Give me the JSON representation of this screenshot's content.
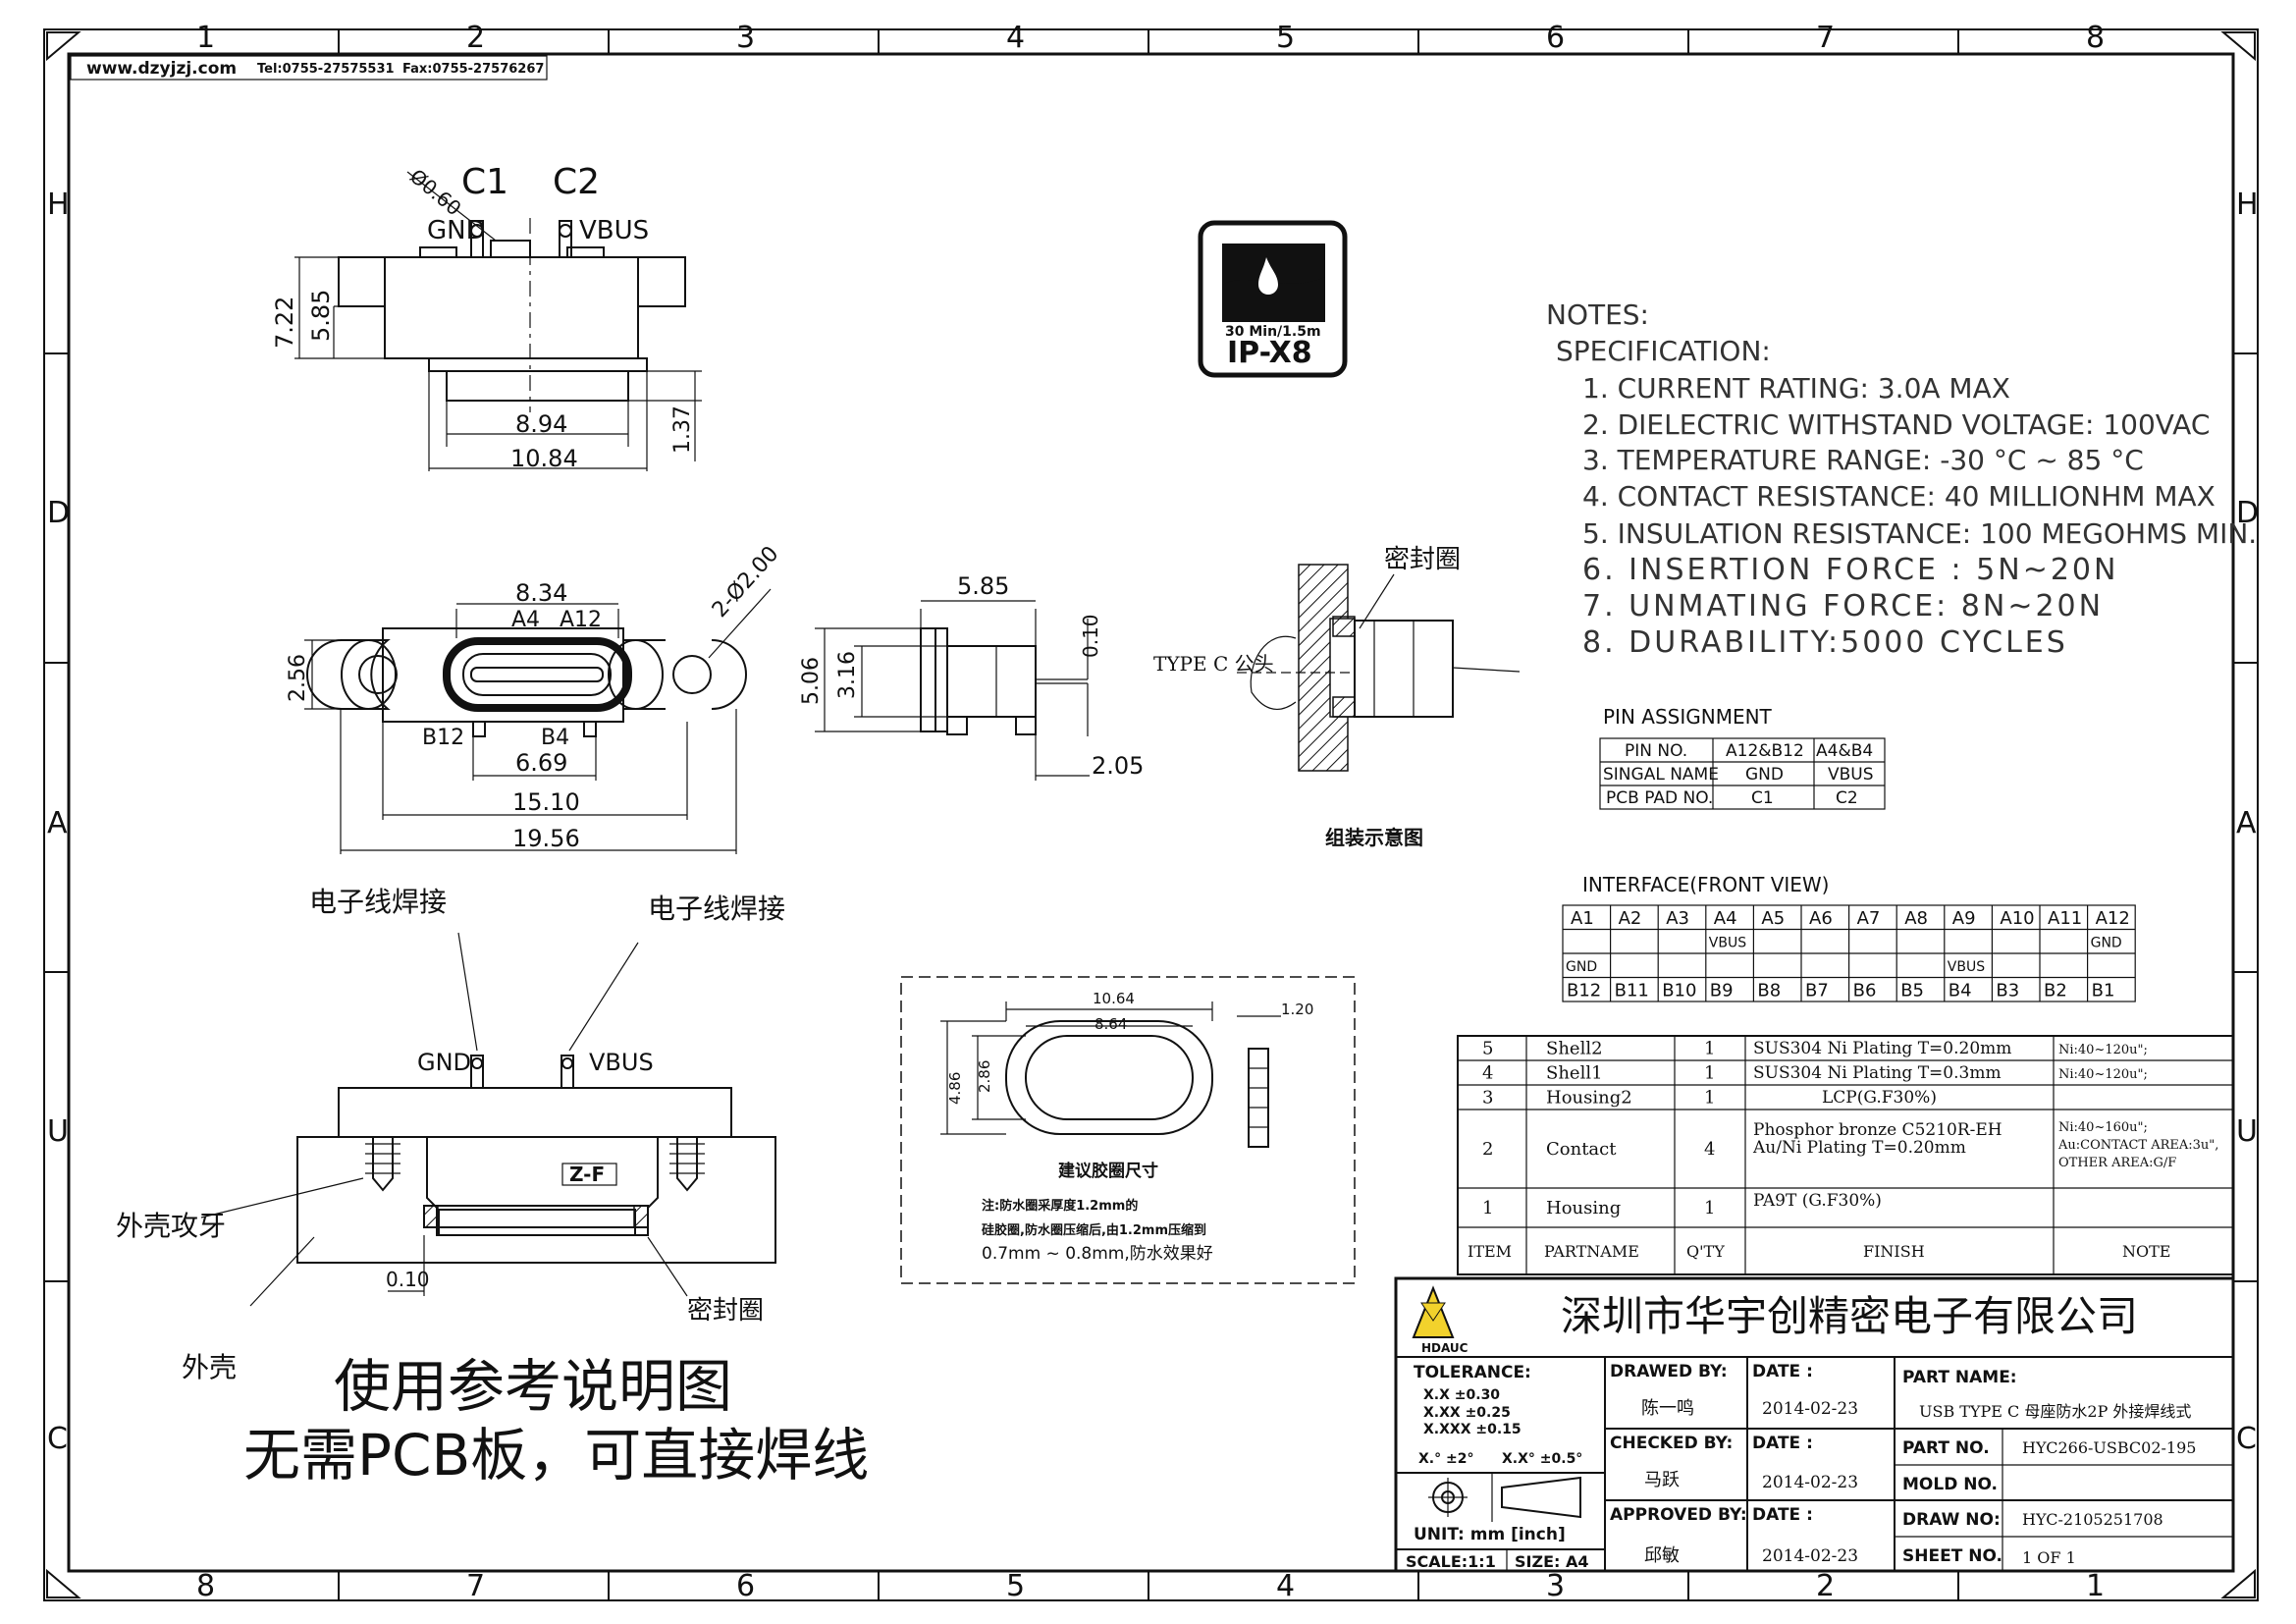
{
  "header": {
    "website": "www.dzyjzj.com",
    "tel": "Tel:0755-27575531",
    "fax": "Fax:0755-27576267"
  },
  "grid": {
    "cols_top": [
      "1",
      "2",
      "3",
      "4",
      "5",
      "6",
      "7",
      "8"
    ],
    "cols_bottom": [
      "8",
      "7",
      "6",
      "5",
      "4",
      "3",
      "2",
      "1"
    ],
    "rows_left": [
      "H",
      "D",
      "A",
      "U",
      "C"
    ],
    "rows_right": [
      "H",
      "D",
      "A",
      "U",
      "C"
    ]
  },
  "top_view": {
    "c1": "C1",
    "c2": "C2",
    "gnd": "GND",
    "vbus": "VBUS",
    "hole": "Ø0.60",
    "dim_height": "7.22",
    "dim_body": "5.85",
    "dim_inner": "8.94",
    "dim_outer": "10.84",
    "dim_step": "1.37"
  },
  "front_view": {
    "dim_834": "8.34",
    "a4": "A4",
    "a12": "A12",
    "b12": "B12",
    "b4": "B4",
    "dim_669": "6.69",
    "dim_1510": "15.10",
    "dim_1956": "19.56",
    "dim_256": "2.56",
    "hole": "2-Ø2.00"
  },
  "side_view": {
    "dim_585": "5.85",
    "dim_506": "5.06",
    "dim_316": "3.16",
    "dim_010": "0.10",
    "dim_205": "2.05"
  },
  "assembly": {
    "seal_ring": "密封圈",
    "typec_plug": "TYPE C 公头",
    "caption": "组装示意图"
  },
  "ip_badge": {
    "line1": "30 Min/1.5m",
    "line2": "IP-X8"
  },
  "notes": {
    "title": "NOTES:",
    "spec": "SPECIFICATION:",
    "items": [
      "1. CURRENT RATING: 3.0A MAX",
      "2. DIELECTRIC WITHSTAND VOLTAGE: 100VAC",
      "3. TEMPERATURE RANGE: -30 °C ~ 85 °C",
      "4. CONTACT RESISTANCE: 40 MILLIONHM MAX",
      "5. INSULATION RESISTANCE: 100 MEGOHMS MIN.",
      "6. INSERTION FORCE : 5N~20N",
      "7. UNMATING FORCE: 8N~20N",
      "8. DURABILITY:5000 CYCLES"
    ]
  },
  "pin_assignment": {
    "title": "PIN ASSIGNMENT",
    "rows": [
      [
        "PIN NO.",
        "A12&B12",
        "A4&B4"
      ],
      [
        "SINGAL NAME",
        "GND",
        "VBUS"
      ],
      [
        "PCB PAD NO.",
        "C1",
        "C2"
      ]
    ]
  },
  "interface": {
    "title": "INTERFACE(FRONT VIEW)",
    "top": [
      "A1",
      "A2",
      "A3",
      "A4",
      "A5",
      "A6",
      "A7",
      "A8",
      "A9",
      "A10",
      "A11",
      "A12"
    ],
    "top_sig": [
      "",
      "",
      "",
      "VBUS",
      "",
      "",
      "",
      "",
      "",
      "",
      "",
      "GND"
    ],
    "bot_sig": [
      "GND",
      "",
      "",
      "",
      "",
      "",
      "",
      "",
      "VBUS",
      "",
      "",
      ""
    ],
    "bottom": [
      "B12",
      "B11",
      "B10",
      "B9",
      "B8",
      "B7",
      "B6",
      "B5",
      "B4",
      "B3",
      "B2",
      "B1"
    ]
  },
  "wire_view": {
    "label_left": "电子线焊接",
    "label_right": "电子线焊接",
    "gnd": "GND",
    "vbus": "VBUS",
    "mark": "Z-F",
    "shell_thread": "外壳攻牙",
    "dim_010": "0.10",
    "seal_ring": "密封圈",
    "shell": "外壳"
  },
  "gasket": {
    "dim_outer": "10.64",
    "dim_inner": "8.64",
    "dim_thk": "1.20",
    "dim_h": "4.86",
    "dim_hi": "2.86",
    "caption": "建议胶圈尺寸",
    "note1": "注:防水圈采厚度1.2mm的",
    "note2": "硅胶圈,防水圈压缩后,由1.2mm压缩到",
    "note3": "0.7mm ~ 0.8mm,防水效果好"
  },
  "bom": {
    "rows": [
      [
        "5",
        "Shell2",
        "1",
        "SUS304 Ni  Plating T=0.20mm",
        "Ni:40~120u\";"
      ],
      [
        "4",
        "Shell1",
        "1",
        "SUS304 Ni  Plating T=0.3mm",
        "Ni:40~120u\";"
      ],
      [
        "3",
        "Housing2",
        "1",
        "LCP(G.F30%)",
        ""
      ],
      [
        "2",
        "Contact",
        "4",
        "Phosphor bronze C5210R-EH|Au/Ni  Plating  T=0.20mm",
        "Ni:40~160u\";|Au:CONTACT AREA:3u\",|OTHER AREA:G/F"
      ],
      [
        "1",
        "Housing",
        "1",
        "PA9T (G.F30%)",
        ""
      ]
    ],
    "header": [
      "ITEM",
      "PARTNAME",
      "Q'TY",
      "FINISH",
      "NOTE"
    ]
  },
  "title_block": {
    "company": "深圳市华宇创精密电子有限公司",
    "logo_text": "HDAUC",
    "tolerance": "TOLERANCE:",
    "tol1": "X.X    ±0.30",
    "tol2": "X.XX   ±0.25",
    "tol3": "X.XXX  ±0.15",
    "tol4": "X.° ±2°",
    "tol5": "X.X° ±0.5°",
    "unit": "UNIT: mm [inch]",
    "scale": "SCALE:1:1",
    "size": "SIZE: A4",
    "drawn_by": "DRAWED BY:",
    "drawn_name": "陈一鸣",
    "checked_by": "CHECKED BY:",
    "checked_name": "马跃",
    "approved_by": "APPROVED BY:",
    "approved_name": "邱敏",
    "date_label": "DATE :",
    "date1": "2014-02-23",
    "date2": "2014-02-23",
    "date3": "2014-02-23",
    "part_name_label": "PART NAME:",
    "part_name": "USB TYPE C 母座防水2P 外接焊线式",
    "part_no_label": "PART NO.",
    "part_no": "HYC266-USBC02-195",
    "mold_no_label": "MOLD NO.",
    "mold_no": "",
    "draw_no_label": "DRAW NO:",
    "draw_no": "HYC-2105251708",
    "sheet_label": "SHEET NO.",
    "sheet": "1 OF 1"
  },
  "usage": {
    "line1": "使用参考说明图",
    "line2": "无需PCB板，可直接焊线"
  }
}
